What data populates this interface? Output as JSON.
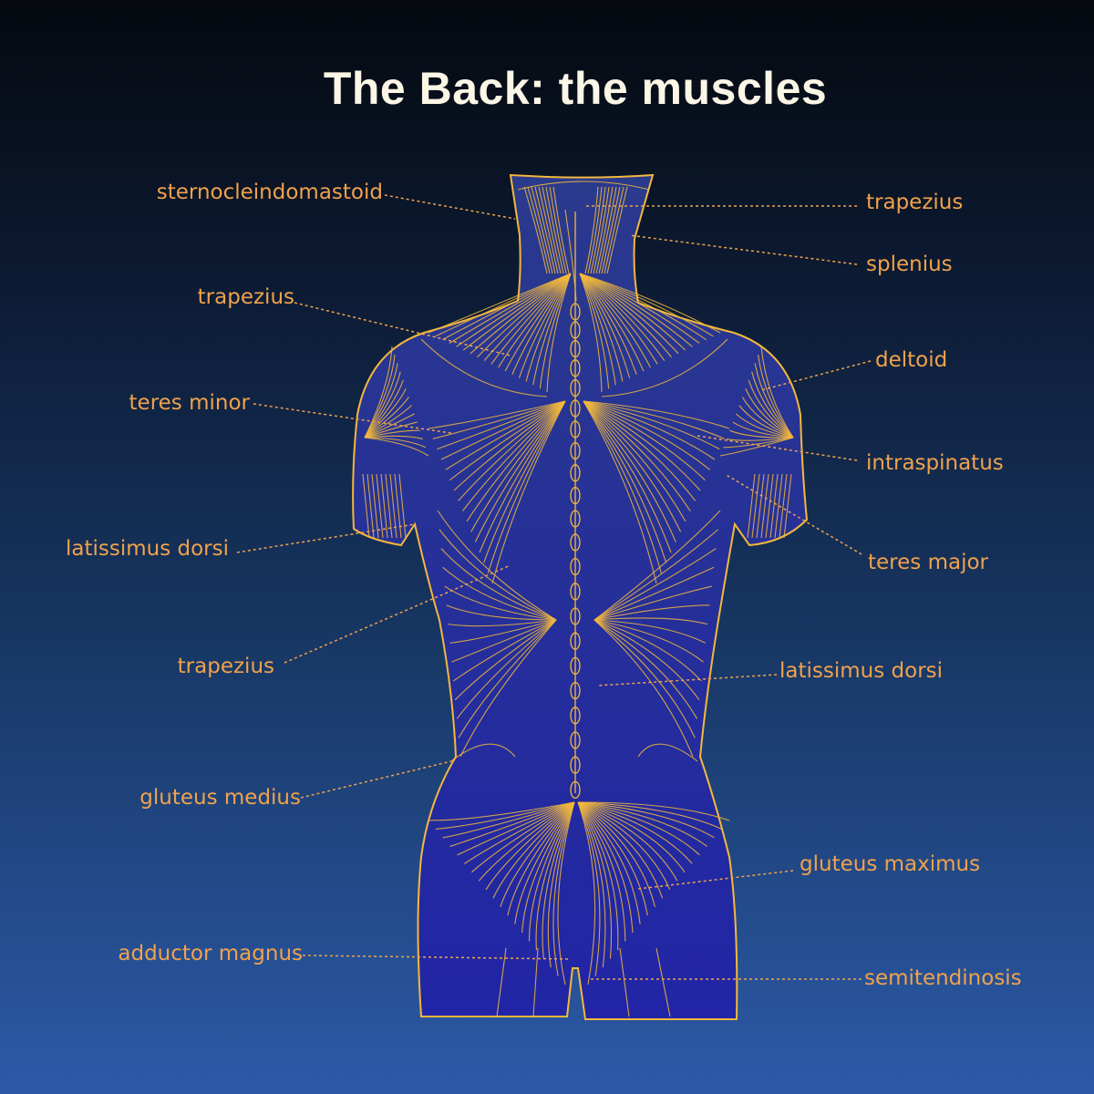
{
  "title": "The Back: the muscles",
  "colors": {
    "background_top": "#05090f",
    "background_bottom": "#2c5aa8",
    "body_fill": "#22259a",
    "outline": "#f3b83c",
    "label": "#f0a24c",
    "title": "#fbf6e6"
  },
  "labels": {
    "left": [
      "sternocleindomastoid",
      "trapezius",
      "teres minor",
      "latissimus dorsi",
      "trapezius",
      "gluteus medius",
      "adductor magnus"
    ],
    "right": [
      "trapezius",
      "splenius",
      "deltoid",
      "intraspinatus",
      "teres major",
      "latissimus dorsi",
      "gluteus maximus",
      "semitendinosis"
    ]
  }
}
